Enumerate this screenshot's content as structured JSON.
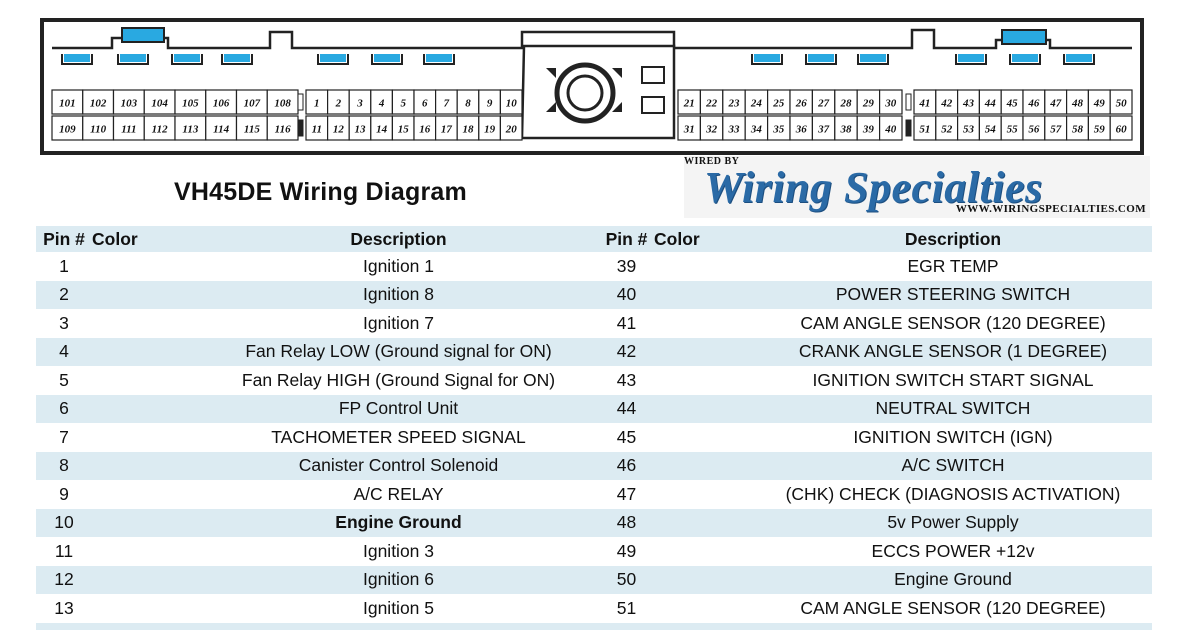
{
  "title": "VH45DE Wiring Diagram",
  "logo": {
    "wired_by": "WIRED BY",
    "brand": "Wiring Specialties",
    "url": "WWW.WIRINGSPECIALTIES.COM"
  },
  "colors": {
    "shade": "#dcebf2",
    "brand_blue": "#2a6aa6",
    "connector_tab": "#29a9e1"
  },
  "connector": {
    "top_rows": [
      [
        "101",
        "102",
        "103",
        "104",
        "105",
        "106",
        "107",
        "108"
      ],
      [
        "1",
        "2",
        "3",
        "4",
        "5",
        "6",
        "7",
        "8",
        "9",
        "10"
      ],
      [
        "21",
        "22",
        "23",
        "24",
        "25",
        "26",
        "27",
        "28",
        "29",
        "30"
      ],
      [
        "41",
        "42",
        "43",
        "44",
        "45",
        "46",
        "47",
        "48",
        "49",
        "50"
      ]
    ],
    "bottom_rows": [
      [
        "109",
        "110",
        "111",
        "112",
        "113",
        "114",
        "115",
        "116"
      ],
      [
        "11",
        "12",
        "13",
        "14",
        "15",
        "16",
        "17",
        "18",
        "19",
        "20"
      ],
      [
        "31",
        "32",
        "33",
        "34",
        "35",
        "36",
        "37",
        "38",
        "39",
        "40"
      ],
      [
        "51",
        "52",
        "53",
        "54",
        "55",
        "56",
        "57",
        "58",
        "59",
        "60"
      ]
    ]
  },
  "headers": {
    "pin": "Pin #",
    "color": "Color",
    "description": "Description"
  },
  "left_rows": [
    {
      "pin": "1",
      "color": "",
      "description": "Ignition 1"
    },
    {
      "pin": "2",
      "color": "",
      "description": "Ignition 8"
    },
    {
      "pin": "3",
      "color": "",
      "description": "Ignition 7"
    },
    {
      "pin": "4",
      "color": "",
      "description": "Fan Relay LOW (Ground signal for ON)"
    },
    {
      "pin": "5",
      "color": "",
      "description": "Fan Relay HIGH (Ground Signal for ON)"
    },
    {
      "pin": "6",
      "color": "",
      "description": "FP Control Unit"
    },
    {
      "pin": "7",
      "color": "",
      "description": "TACHOMETER SPEED SIGNAL"
    },
    {
      "pin": "8",
      "color": "",
      "description": "Canister Control Solenoid"
    },
    {
      "pin": "9",
      "color": "",
      "description": "A/C RELAY"
    },
    {
      "pin": "10",
      "color": "",
      "description": "Engine Ground",
      "bold": true
    },
    {
      "pin": "11",
      "color": "",
      "description": "Ignition 3"
    },
    {
      "pin": "12",
      "color": "",
      "description": "Ignition 6"
    },
    {
      "pin": "13",
      "color": "",
      "description": "Ignition 5"
    }
  ],
  "right_rows": [
    {
      "pin": "39",
      "color": "",
      "description": "EGR TEMP"
    },
    {
      "pin": "40",
      "color": "",
      "description": "POWER STEERING SWITCH"
    },
    {
      "pin": "41",
      "color": "",
      "description": "CAM ANGLE SENSOR (120 DEGREE)"
    },
    {
      "pin": "42",
      "color": "",
      "description": "CRANK ANGLE SENSOR (1 DEGREE)"
    },
    {
      "pin": "43",
      "color": "",
      "description": "IGNITION SWITCH START SIGNAL"
    },
    {
      "pin": "44",
      "color": "",
      "description": "NEUTRAL SWITCH"
    },
    {
      "pin": "45",
      "color": "",
      "description": "IGNITION SWITCH (IGN)"
    },
    {
      "pin": "46",
      "color": "",
      "description": "A/C SWITCH"
    },
    {
      "pin": "47",
      "color": "",
      "description": "(CHK) CHECK (DIAGNOSIS ACTIVATION)"
    },
    {
      "pin": "48",
      "color": "",
      "description": "5v Power Supply"
    },
    {
      "pin": "49",
      "color": "",
      "description": "ECCS POWER +12v"
    },
    {
      "pin": "50",
      "color": "",
      "description": "Engine Ground"
    },
    {
      "pin": "51",
      "color": "",
      "description": "CAM ANGLE SENSOR (120 DEGREE)"
    }
  ]
}
